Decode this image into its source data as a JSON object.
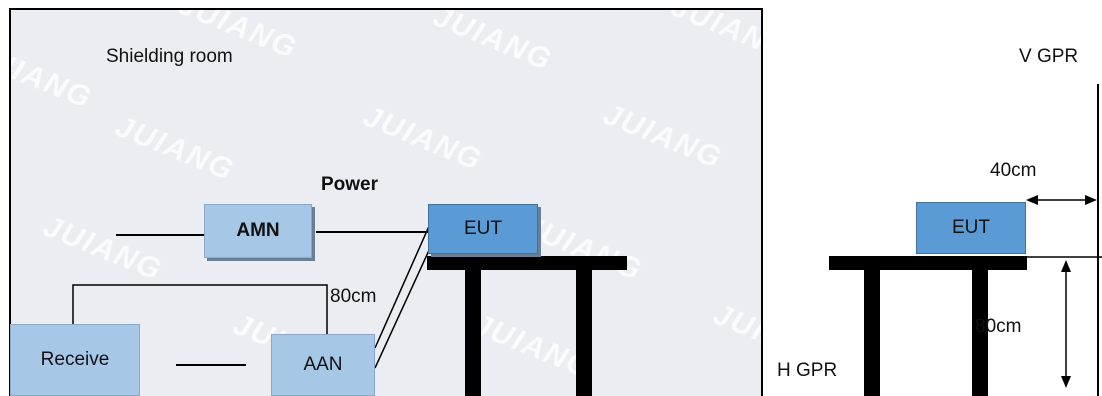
{
  "room": {
    "label": "Shielding room"
  },
  "left_setup": {
    "power_label": "Power",
    "amn_label": "AMN",
    "eut_label": "EUT",
    "receive_label": "Receive",
    "aan_label": "AAN",
    "distance_label": "80cm"
  },
  "right_setup": {
    "eut_label": "EUT",
    "vgpr_label": "V GPR",
    "horizontal_distance_label": "40cm",
    "vertical_distance_label": "80cm",
    "hgpr_label": "H GPR"
  },
  "watermark": {
    "text": "JUIANG"
  },
  "colors": {
    "room_background": "#ecedf3",
    "eut_fill": "#5b9bd5",
    "device_fill": "#a6c7e6",
    "structure": "#000000"
  }
}
